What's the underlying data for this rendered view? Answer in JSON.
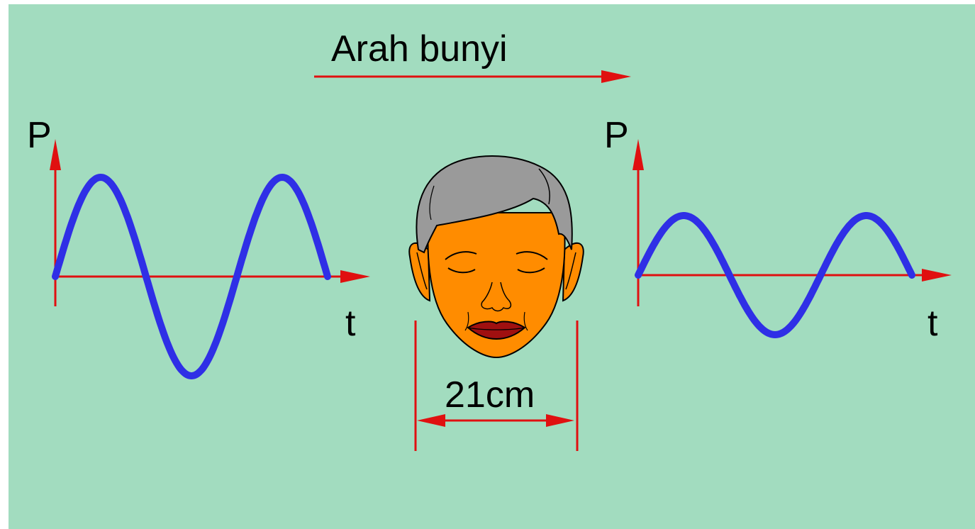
{
  "direction_label": "Arah bunyi",
  "left_graph": {
    "y_label": "P",
    "x_label": "t",
    "amplitude": 1.0
  },
  "right_graph": {
    "y_label": "P",
    "x_label": "t",
    "amplitude": 0.6
  },
  "distance_label": "21cm",
  "colors": {
    "background": "#a2dcbf",
    "arrow": "#e01010",
    "wave": "#2f2fe6",
    "face": "#ff8c00",
    "hair": "#9a9a9a",
    "lips": "#a01010"
  },
  "icons": [
    "direction-arrow",
    "head-icon",
    "dimension-arrow"
  ]
}
